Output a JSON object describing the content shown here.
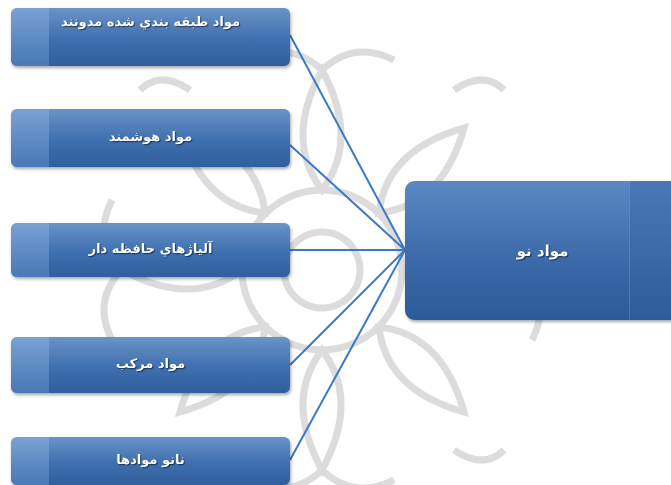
{
  "diagram": {
    "center": "مواد نو",
    "items": [
      "مواد طبقه بندي شده مدونند",
      "مواد هوشمند",
      "آلياژهاي حافظه دار",
      "مواد مركب",
      "نانو موادها"
    ]
  },
  "colors": {
    "box": "#3e6fae",
    "line": "#3a78c8",
    "watermark": "#d9d9d9"
  },
  "icons": {
    "watermark": "ornamental-seal-watermark"
  }
}
